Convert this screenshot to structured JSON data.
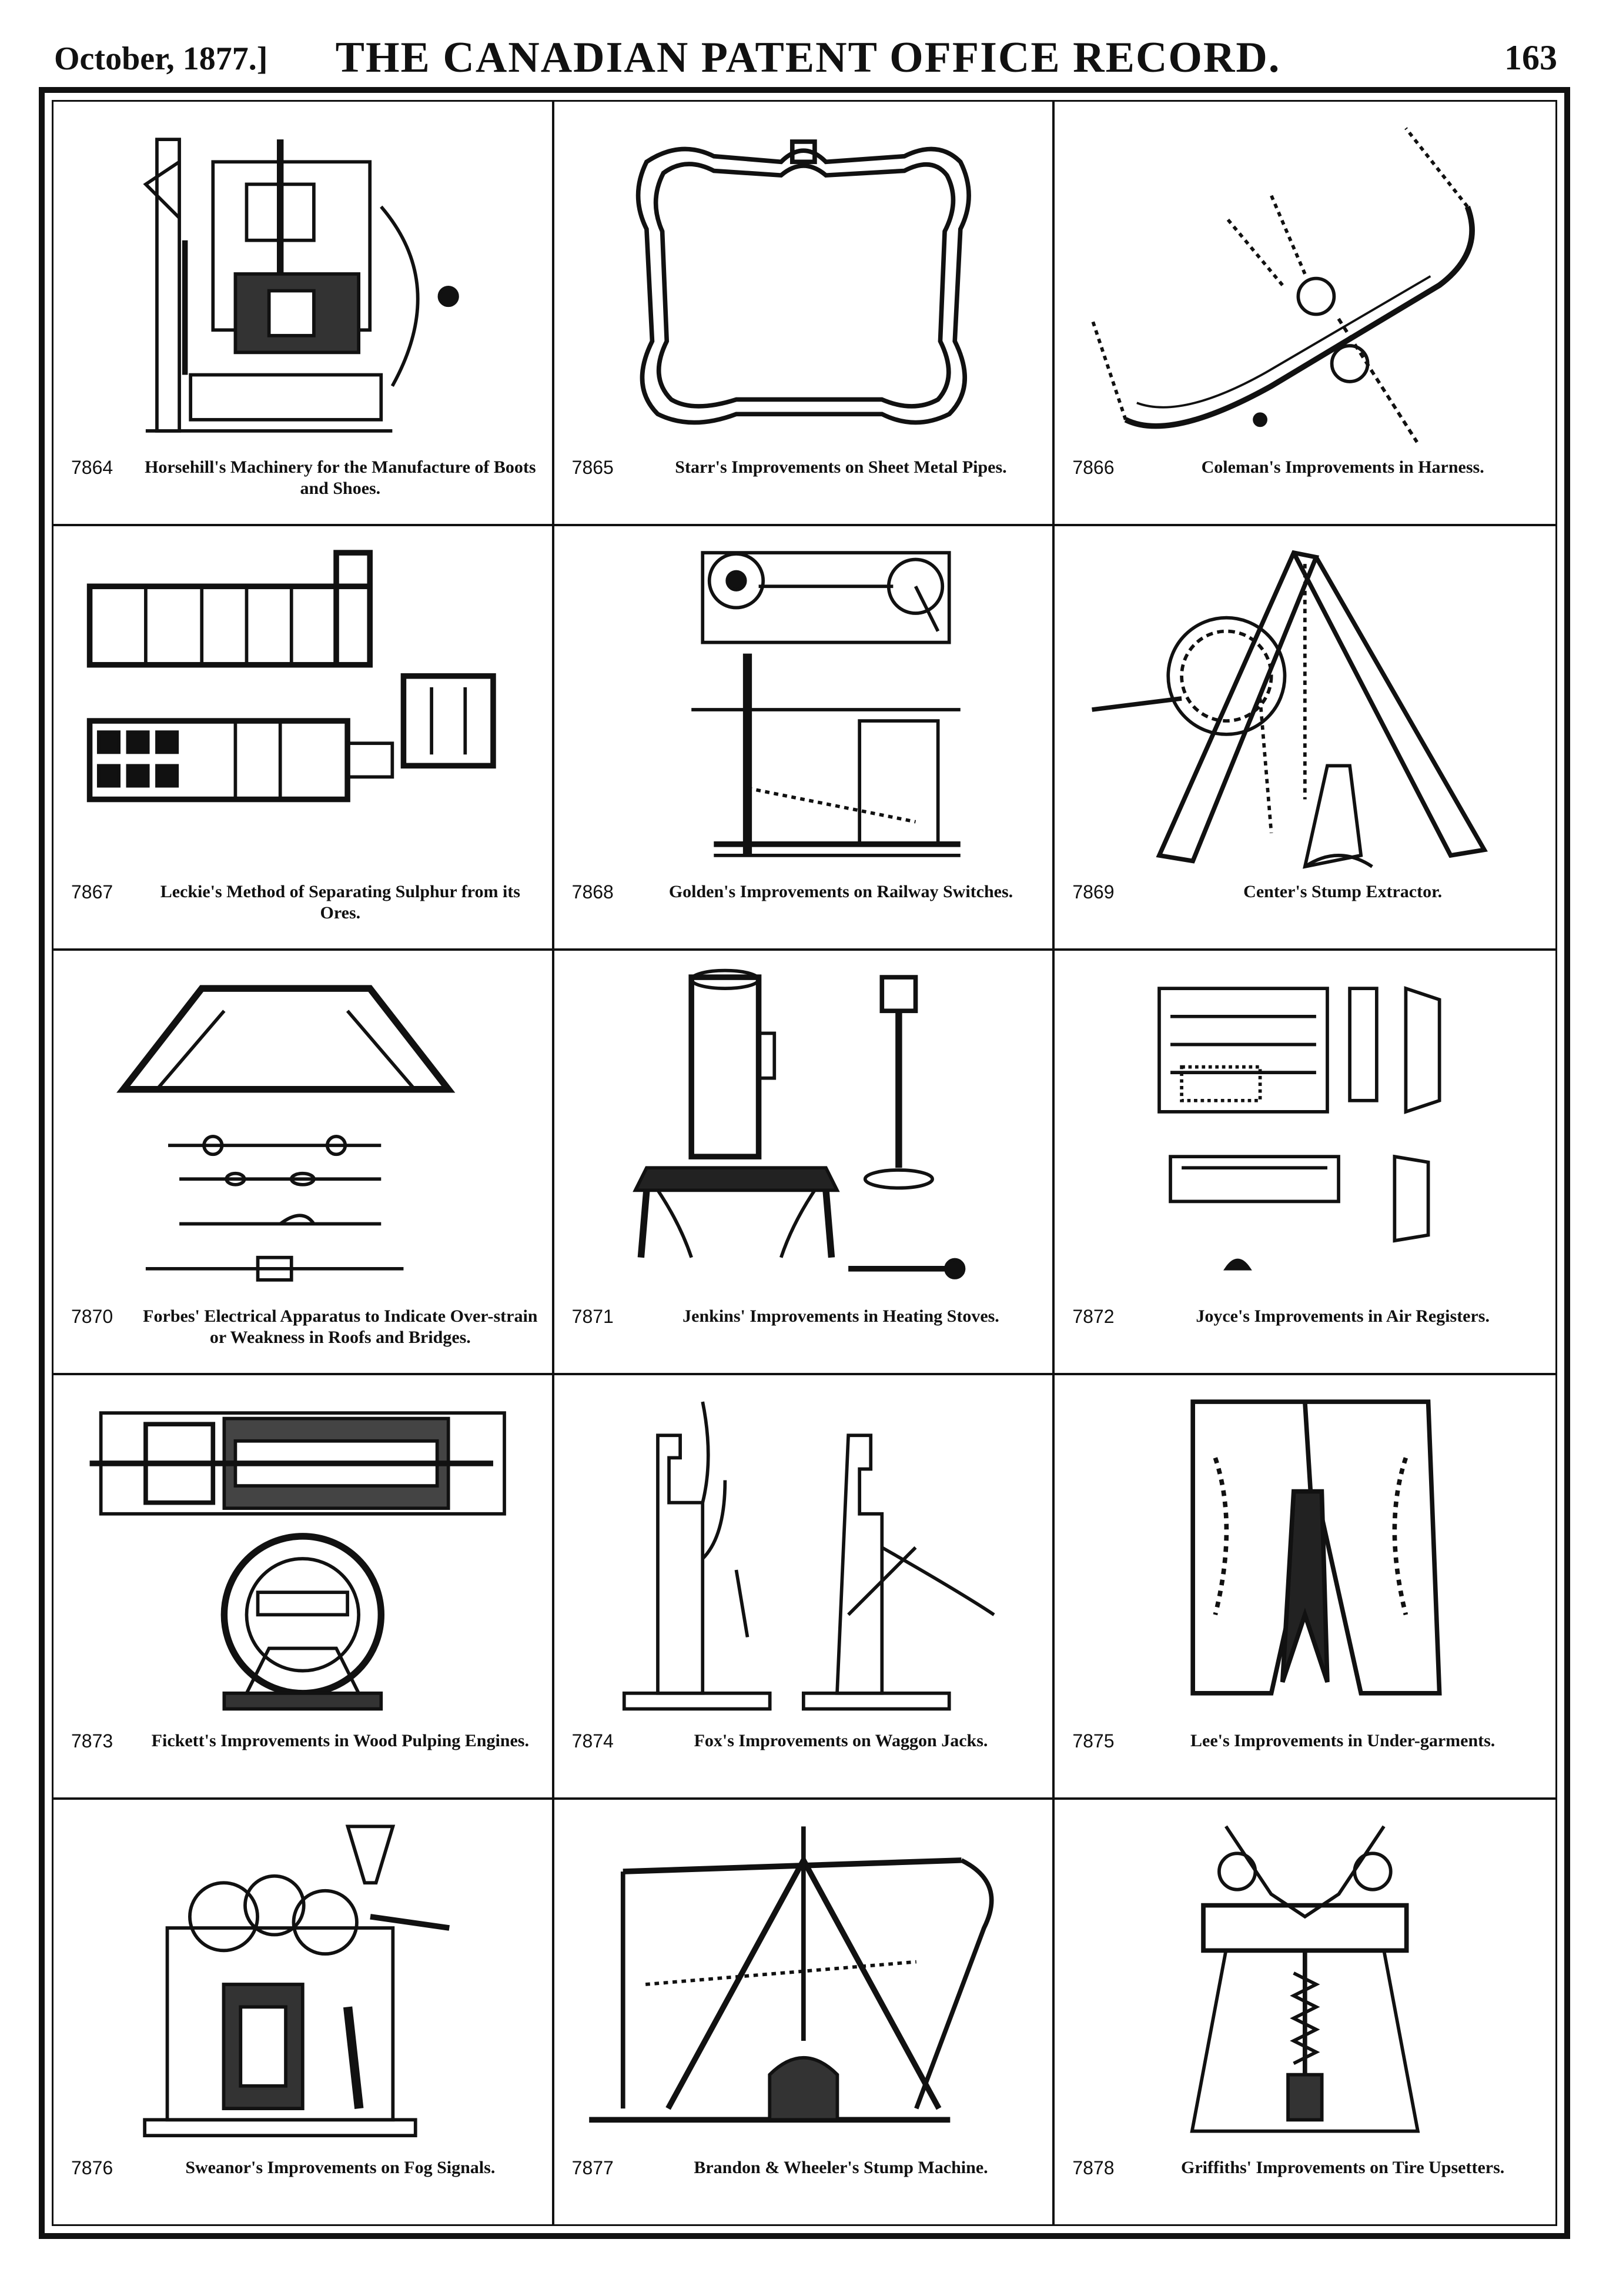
{
  "header": {
    "date": "October, 1877.]",
    "title": "THE CANADIAN PATENT OFFICE RECORD.",
    "page_number": "163"
  },
  "patents": [
    {
      "number": "7864",
      "caption": "Horsehill's Machinery for the Manufacture of Boots and Shoes.",
      "icon": "boot-machine-icon"
    },
    {
      "number": "7865",
      "caption": "Starr's Improvements on Sheet Metal Pipes.",
      "icon": "metal-pipe-icon"
    },
    {
      "number": "7866",
      "caption": "Coleman's Improvements in Harness.",
      "icon": "harness-icon"
    },
    {
      "number": "7867",
      "caption": "Leckie's Method of Separating Sulphur from its Ores.",
      "icon": "furnace-plan-icon"
    },
    {
      "number": "7868",
      "caption": "Golden's Improvements on Railway Switches.",
      "icon": "railway-switch-icon"
    },
    {
      "number": "7869",
      "caption": "Center's Stump Extractor.",
      "icon": "stump-extractor-icon"
    },
    {
      "number": "7870",
      "caption": "Forbes' Electrical Apparatus to Indicate Over-strain or Weakness in Roofs and Bridges.",
      "icon": "truss-icon"
    },
    {
      "number": "7871",
      "caption": "Jenkins' Improvements in Heating Stoves.",
      "icon": "stove-icon"
    },
    {
      "number": "7872",
      "caption": "Joyce's Improvements in Air Registers.",
      "icon": "air-register-icon"
    },
    {
      "number": "7873",
      "caption": "Fickett's Improvements in Wood Pulping Engines.",
      "icon": "pulping-engine-icon"
    },
    {
      "number": "7874",
      "caption": "Fox's Improvements on Waggon Jacks.",
      "icon": "waggon-jack-icon"
    },
    {
      "number": "7875",
      "caption": "Lee's Improvements in Under-garments.",
      "icon": "under-garment-icon"
    },
    {
      "number": "7876",
      "caption": "Sweanor's Improvements on Fog Signals.",
      "icon": "fog-signal-icon"
    },
    {
      "number": "7877",
      "caption": "Brandon & Wheeler's Stump Machine.",
      "icon": "stump-machine-icon"
    },
    {
      "number": "7878",
      "caption": "Griffiths' Improvements on Tire Upsetters.",
      "icon": "tire-upsetter-icon"
    }
  ]
}
